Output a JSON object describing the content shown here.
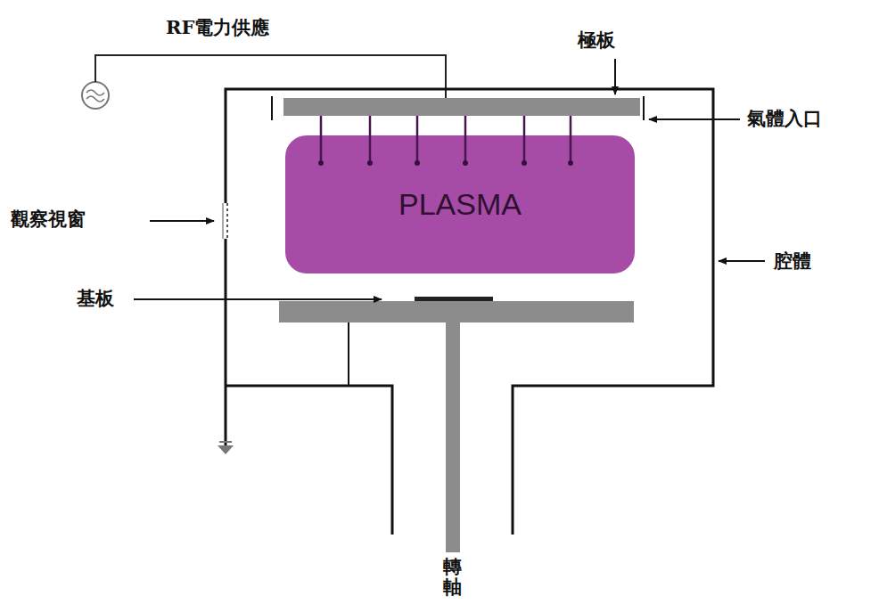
{
  "diagram": {
    "nodes": [
      {
        "text": [
          "PLASMA"
        ]
      }
    ],
    "labels": [
      "RF電力供應",
      "極板",
      "氣體入口",
      "觀察視窗",
      "腔體",
      "基板",
      "轉軸"
    ]
  }
}
